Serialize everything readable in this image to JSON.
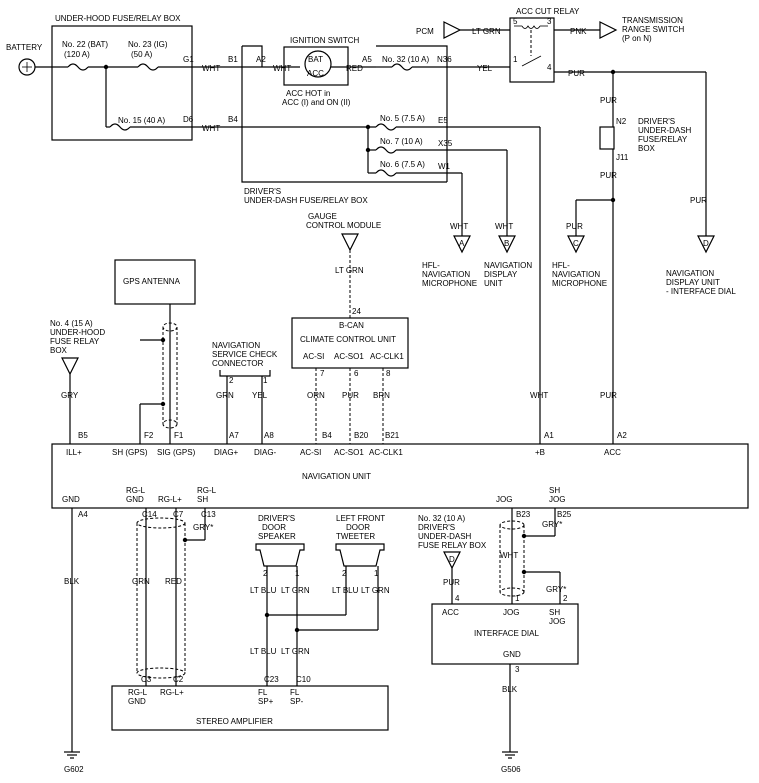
{
  "fuse_box": {
    "title": "UNDER-HOOD FUSE/RELAY BOX",
    "battery": "BATTERY",
    "fuse22": "No. 22 (BAT)",
    "fuse22_amp": "(120 A)",
    "fuse23": "No. 23 (IG)",
    "fuse23_amp": "(50 A)",
    "fuse15": "No. 15 (40 A)",
    "g1": "G1",
    "d6": "D6"
  },
  "ignition": {
    "title": "IGNITION SWITCH",
    "bat": "BAT",
    "acc": "ACC",
    "note1": "ACC HOT in",
    "note2": "ACC (I) and ON (II)"
  },
  "dash_box": {
    "label1": "DRIVER'S",
    "label2": "UNDER-DASH FUSE/RELAY BOX",
    "b1": "B1",
    "a2": "A2",
    "b4": "B4",
    "a5": "A5",
    "fuse32": "No. 32 (10 A)",
    "fuse5": "No. 5 (7.5 A)",
    "fuse7": "No. 7 (10 A)",
    "fuse6": "No. 6 (7.5 A)",
    "n36": "N36",
    "e5": "E5",
    "x35": "X35",
    "w1": "W1"
  },
  "relay": {
    "title": "ACC CUT RELAY",
    "pcm": "PCM",
    "trans1": "TRANSMISSION",
    "trans2": "RANGE SWITCH",
    "trans3": "(P on N)",
    "p5": "5",
    "p3": "3",
    "p1": "1",
    "p4": "4"
  },
  "wires": {
    "wht": "WHT",
    "red": "RED",
    "yel": "YEL",
    "pur": "PUR",
    "pnk": "PNK",
    "lt_grn": "LT GRN",
    "gry": "GRY",
    "grn": "GRN",
    "orn": "ORN",
    "brn": "BRN",
    "blk": "BLK",
    "lt_blu": "LT BLU",
    "gry_star": "GRY*"
  },
  "dash_box2": {
    "n2": "N2",
    "j11": "J11",
    "label1": "DRIVER'S",
    "label2": "UNDER-DASH",
    "label3": "FUSE/RELAY",
    "label4": "BOX"
  },
  "connectors": {
    "a": "A",
    "b": "B",
    "c": "C",
    "d": "D",
    "hfl_mic1": "HFL-",
    "hfl_mic2": "NAVIGATION",
    "hfl_mic3": "MICROPHONE",
    "nav_disp1": "NAVIGATION",
    "nav_disp2": "DISPLAY",
    "nav_disp3": "UNIT",
    "hfl2_1": "HFL-",
    "hfl2_2": "NAVIGATION",
    "hfl2_3": "MICROPHONE",
    "nd2_1": "NAVIGATION",
    "nd2_2": "DISPLAY UNIT",
    "nd2_3": "- INTERFACE DIAL"
  },
  "gauge": {
    "line1": "GAUGE",
    "line2": "CONTROL MODULE",
    "pin24": "24"
  },
  "climate": {
    "bcan": "B-CAN",
    "title": "CLIMATE CONTROL UNIT",
    "acsi": "AC-SI",
    "acso1": "AC-SO1",
    "acclk1": "AC-CLK1",
    "p7": "7",
    "p6": "6",
    "p8": "8"
  },
  "gps": {
    "title": "GPS ANTENNA"
  },
  "fuse4": {
    "l1": "No. 4 (15 A)",
    "l2": "UNDER-HOOD",
    "l3": "FUSE RELAY",
    "l4": "BOX"
  },
  "nav_check": {
    "l1": "NAVIGATION",
    "l2": "SERVICE CHECK",
    "l3": "CONNECTOR",
    "p2": "2",
    "p1": "1"
  },
  "nav_unit": {
    "title": "NAVIGATION UNIT",
    "b5": "B5",
    "f2": "F2",
    "f1": "F1",
    "a7": "A7",
    "a8": "A8",
    "b4": "B4",
    "b20": "B20",
    "b21": "B21",
    "a1": "A1",
    "a2": "A2",
    "ill": "ILL+",
    "shgps": "SH (GPS)",
    "siggps": "SIG (GPS)",
    "diagp": "DIAG+",
    "diagm": "DIAG-",
    "acsi": "AC-SI",
    "acso1": "AC-SO1",
    "acclk1": "AC-CLK1",
    "plusb": "+B",
    "acc": "ACC",
    "gnd": "GND",
    "rglgnd1": "RG-L",
    "rglgnd2": "GND",
    "rglp": "RG-L+",
    "rglsh1": "RG-L",
    "rglsh2": "SH",
    "a4": "A4",
    "c14": "C14",
    "c7": "C7",
    "c13": "C13",
    "jog": "JOG",
    "shjog1": "SH",
    "shjog2": "JOG",
    "b23": "B23",
    "b25": "B25"
  },
  "speakers": {
    "drv1": "DRIVER'S",
    "drv2": "DOOR",
    "drv3": "SPEAKER",
    "lf1": "LEFT FRONT",
    "lf2": "DOOR",
    "lf3": "TWEETER",
    "p2": "2",
    "p1": "1"
  },
  "amp": {
    "title": "STEREO AMPLIFIER",
    "c3": "C3",
    "c2": "C2",
    "c23": "C23",
    "c10": "C10",
    "rglgnd1": "RG-L",
    "rglgnd2": "GND",
    "rglp": "RG-L+",
    "flsp1": "FL",
    "flsp2": "SP+",
    "flsm1": "FL",
    "flsm2": "SP-"
  },
  "dial": {
    "f1": "No. 32 (10 A)",
    "f2": "DRIVER'S",
    "f3": "UNDER-DASH",
    "f4": "FUSE RELAY BOX",
    "title": "INTERFACE DIAL",
    "acc": "ACC",
    "jog": "JOG",
    "shjog1": "SH",
    "shjog2": "JOG",
    "gnd": "GND",
    "p4": "4",
    "p1": "1",
    "p2": "2",
    "p3": "3"
  },
  "grounds": {
    "g602": "G602",
    "g506": "G506"
  }
}
